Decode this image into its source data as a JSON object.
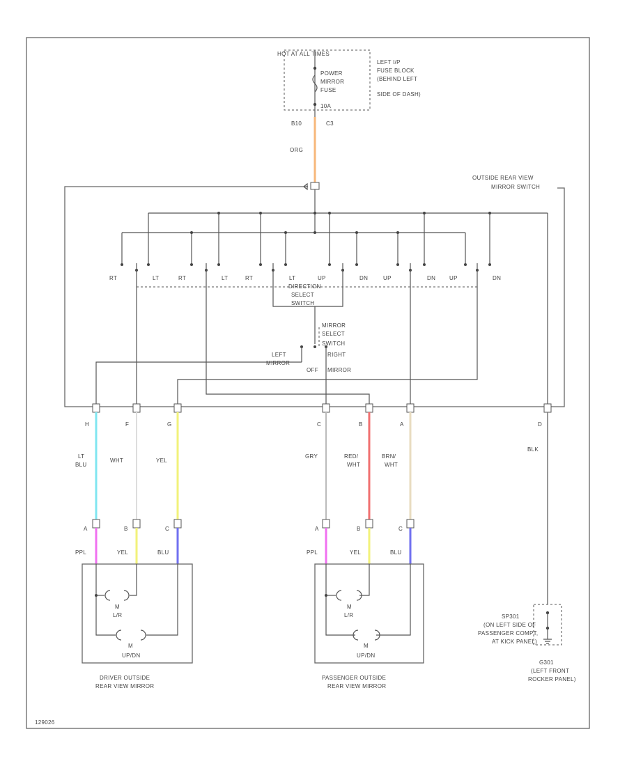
{
  "fuse_block": {
    "header": "HOT AT ALL TIMES",
    "fuse_label": [
      "POWER",
      "MIRROR",
      "FUSE",
      "10A"
    ],
    "location": [
      "LEFT I/P",
      "FUSE BLOCK",
      "(BEHIND LEFT",
      "SIDE OF DASH)"
    ],
    "pin": "B10",
    "connector": "C3",
    "wire_color": "ORG"
  },
  "switch": {
    "title": [
      "OUTSIDE REAR VIEW",
      "MIRROR SWITCH"
    ],
    "contact_labels": [
      "RT",
      "LT",
      "RT",
      "LT",
      "RT",
      "LT",
      "UP",
      "DN",
      "UP",
      "DN",
      "UP",
      "DN"
    ],
    "direction_select": [
      "DIRECTION",
      "SELECT",
      "SWITCH"
    ],
    "mirror_select": [
      "MIRROR",
      "SELECT",
      "SWITCH"
    ],
    "left_mirror": [
      "LEFT",
      "MIRROR"
    ],
    "off": "OFF",
    "right_mirror": [
      "RIGHT",
      "MIRROR"
    ]
  },
  "pins": [
    {
      "pin": "H",
      "wire": [
        "LT",
        "BLU"
      ],
      "color": "#7fe6f0"
    },
    {
      "pin": "F",
      "wire": [
        "WHT"
      ],
      "color": "#dddddd"
    },
    {
      "pin": "G",
      "wire": [
        "YEL"
      ],
      "color": "#f2f27a"
    },
    {
      "pin": "C",
      "wire": [
        "GRY"
      ],
      "color": "#bbbbbb"
    },
    {
      "pin": "B",
      "wire": [
        "RED/",
        "WHT"
      ],
      "color": "#f07070"
    },
    {
      "pin": "A",
      "wire": [
        "BRN/",
        "WHT"
      ],
      "color": "#e8dcc0"
    },
    {
      "pin": "D",
      "wire": [
        "BLK"
      ],
      "color": "#777777"
    }
  ],
  "mirror_pins": [
    {
      "pin": "A",
      "wire": "PPL",
      "color": "#f070f0"
    },
    {
      "pin": "B",
      "wire": "YEL",
      "color": "#f2f27a"
    },
    {
      "pin": "C",
      "wire": "BLU",
      "color": "#7070f0"
    }
  ],
  "motors": {
    "symbol": "M",
    "lr": "L/R",
    "updn": "UP/DN"
  },
  "driver_mirror": [
    "DRIVER OUTSIDE",
    "REAR VIEW MIRROR"
  ],
  "passenger_mirror": [
    "PASSENGER OUTSIDE",
    "REAR VIEW MIRROR"
  ],
  "ground": {
    "splice": [
      "SP301",
      "(ON LEFT SIDE OF",
      "PASSENGER COMPT,",
      "AT KICK PANEL)"
    ],
    "ground_id": [
      "G301",
      "(LEFT FRONT",
      "ROCKER PANEL)"
    ]
  },
  "figure_id": "129026"
}
